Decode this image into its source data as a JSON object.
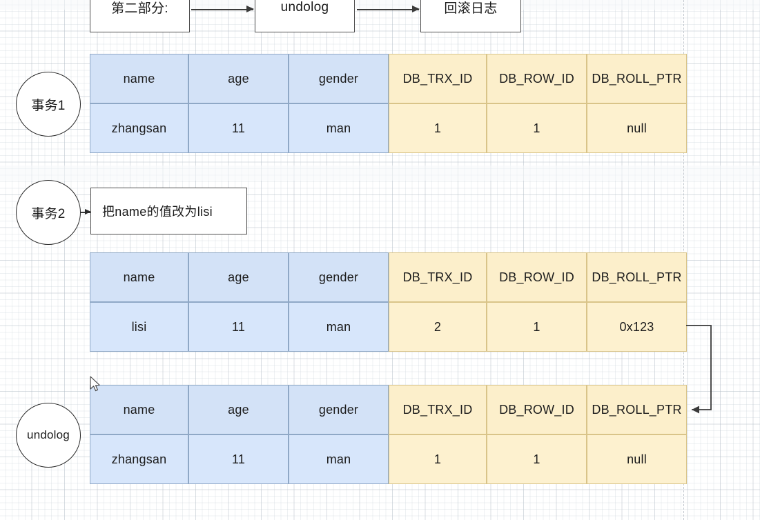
{
  "diagram": {
    "title_flow": {
      "boxes": [
        {
          "name": "part-label",
          "label": "第二部分:"
        },
        {
          "name": "undolog-box",
          "label": "undolog"
        },
        {
          "name": "rollback-log-box",
          "label": "回滚日志"
        }
      ],
      "arrows": [
        "arrow-right-1",
        "arrow-right-2"
      ]
    },
    "markers": [
      {
        "id": "txn1",
        "label": "事务1"
      },
      {
        "id": "txn2",
        "label": "事务2"
      },
      {
        "id": "undolog",
        "label": "undolog"
      }
    ],
    "note": {
      "label": "把name的值改为lisi"
    },
    "columns": [
      "name",
      "age",
      "gender",
      "DB_TRX_ID",
      "DB_ROW_ID",
      "DB_ROLL_PTR"
    ],
    "tables": [
      {
        "id": "table-txn1",
        "marker": "事务1",
        "headers": [
          "name",
          "age",
          "gender",
          "DB_TRX_ID",
          "DB_ROW_ID",
          "DB_ROLL_PTR"
        ],
        "row": [
          "zhangsan",
          "11",
          "man",
          "1",
          "1",
          "null"
        ]
      },
      {
        "id": "table-txn2",
        "marker": "事务2",
        "headers": [
          "name",
          "age",
          "gender",
          "DB_TRX_ID",
          "DB_ROW_ID",
          "DB_ROLL_PTR"
        ],
        "row": [
          "lisi",
          "11",
          "man",
          "2",
          "1",
          "0x123"
        ]
      },
      {
        "id": "table-undolog",
        "marker": "undolog",
        "headers": [
          "name",
          "age",
          "gender",
          "DB_TRX_ID",
          "DB_ROW_ID",
          "DB_ROLL_PTR"
        ],
        "row": [
          "zhangsan",
          "11",
          "man",
          "1",
          "1",
          "null"
        ]
      }
    ],
    "colors": {
      "blue_header": "#d3e2f7",
      "blue_body": "#d7e6fb",
      "blue_border": "#8fa8c6",
      "yellow_header": "#fcefcb",
      "yellow_body": "#fdf1cf",
      "yellow_border": "#d9c489",
      "stroke": "#3a3a3a",
      "canvas": "#ffffff"
    }
  }
}
